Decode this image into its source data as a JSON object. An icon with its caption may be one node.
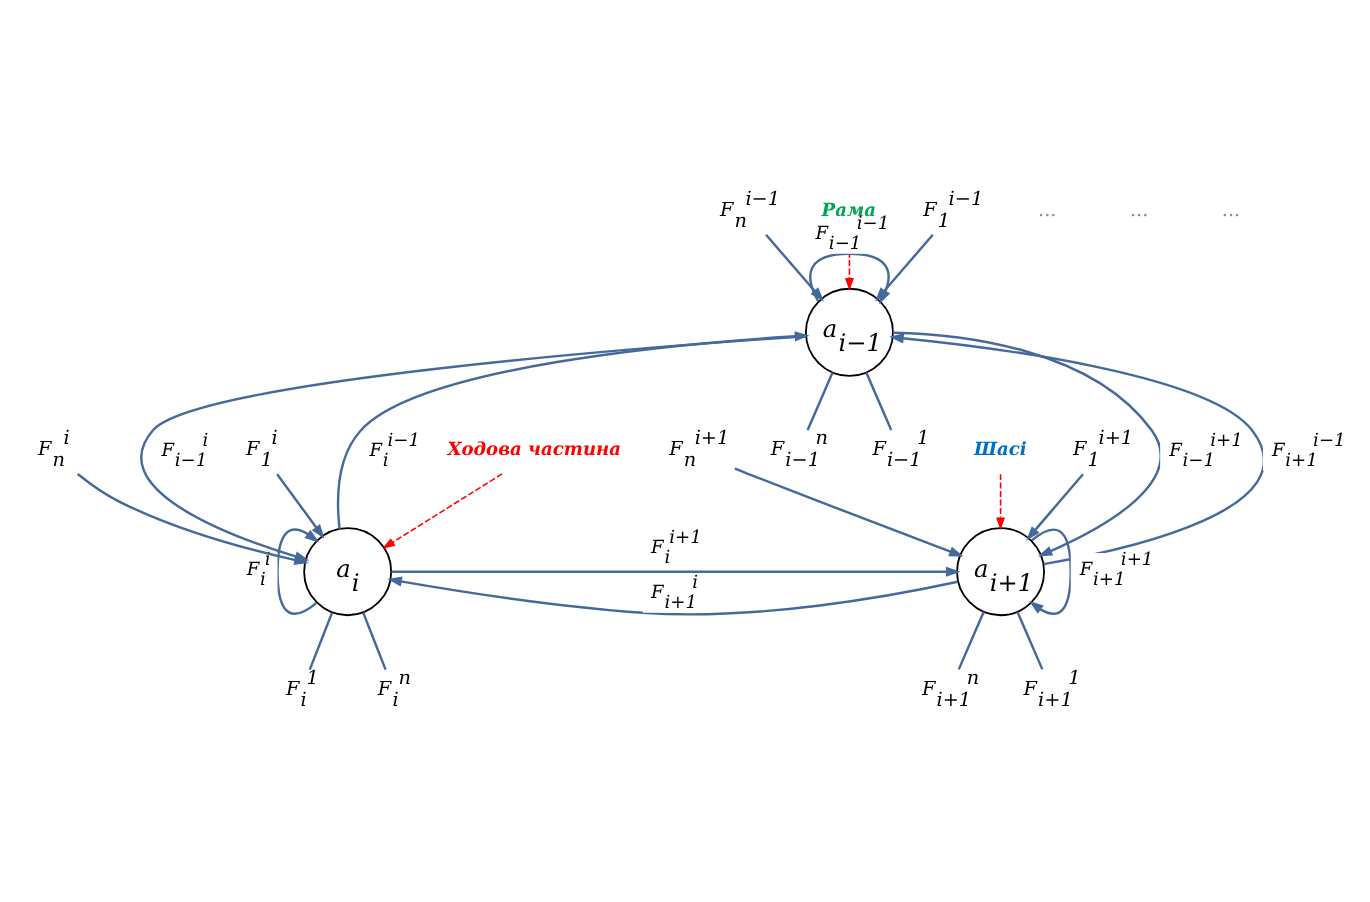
{
  "diagram": {
    "nodes": [
      {
        "text": [
          "F$_{i−1}$$^{n}$"
        ]
      },
      {
        "text": [
          "F$_{n}$$^{i−1}$"
        ]
      },
      {
        "text": [
          "Рама"
        ]
      },
      {
        "text": [
          "F$_{i−1}$$^{1}$"
        ]
      },
      {
        "text": [
          "a$_{i−1}$"
        ]
      },
      {
        "text": [
          "F$_{1}$$^{i−1}$"
        ]
      },
      {
        "text": [
          "F$_{1}$$^{i}$"
        ]
      },
      {
        "text": [
          "F$_{i}$$^{1}$"
        ]
      },
      {
        "text": [
          "Ходова частина"
        ]
      },
      {
        "text": [
          "a$_{i}$"
        ]
      },
      {
        "text": [
          "a$_{i+1}$"
        ]
      },
      {
        "text": [
          "F$_{i+1}$$^{n}$"
        ]
      },
      {
        "text": [
          "F$_{n}$$^{i+1}$"
        ]
      },
      {
        "text": [
          "F$_{n}$$^{i}$"
        ]
      },
      {
        "text": [
          "F$_{i}$$^{n}$"
        ]
      },
      {
        "text": [
          "Шасі"
        ]
      },
      {
        "text": [
          "F$_{1}$$^{i+1}$"
        ]
      },
      {
        "text": [
          "F$_{i+1}$$^{1}$"
        ]
      }
    ],
    "edges": [
      {
        "from": 4,
        "to": 0,
        "arrow": "none"
      },
      {
        "from": 1,
        "to": 4,
        "arrow": "to"
      },
      {
        "from": 2,
        "to": 4,
        "arrow": "to",
        "style": "dashed",
        "color": "#ff0000"
      },
      {
        "from": 4,
        "to": 3,
        "arrow": "none"
      },
      {
        "from": 5,
        "to": 4,
        "arrow": "to"
      },
      {
        "from": 4,
        "to": 4,
        "arrow": "to",
        "label": "F$_{i−1}$$^{i−1}$"
      },
      {
        "from": 6,
        "to": 9,
        "arrow": "to"
      },
      {
        "from": 9,
        "to": 7,
        "arrow": "none"
      },
      {
        "from": 8,
        "to": 9,
        "arrow": "to",
        "style": "dashed",
        "color": "#ff0000"
      },
      {
        "from": 9,
        "to": 4,
        "arrow": "to",
        "label": "F$_{i}$$^{i−1}$"
      },
      {
        "from": 4,
        "to": 9,
        "arrow": "to",
        "label": "F$_{i−1}$$^{i}$"
      },
      {
        "from": 4,
        "to": 10,
        "arrow": "to",
        "label": "F$_{i−1}$$^{i+1}$"
      },
      {
        "from": 10,
        "to": 4,
        "arrow": "to",
        "label": "F$_{i+1}$$^{i−1}$"
      },
      {
        "from": 9,
        "to": 10,
        "arrow": "to",
        "label": "F$_{i}$$^{i+1}$"
      },
      {
        "from": 10,
        "to": 9,
        "arrow": "to",
        "label": "F$_{i+1}$$^{i}$"
      },
      {
        "from": 10,
        "to": 10,
        "arrow": "to",
        "label": "F$_{i+1}$$^{i+1}$"
      },
      {
        "from": 10,
        "to": 11,
        "arrow": "none"
      },
      {
        "from": 12,
        "to": 10,
        "arrow": "to"
      },
      {
        "from": 13,
        "to": 9,
        "arrow": "to"
      },
      {
        "from": 9,
        "to": 14,
        "arrow": "none"
      },
      {
        "from": 9,
        "to": 9,
        "arrow": "to",
        "label": "F$_{i}$$^{i}$"
      },
      {
        "from": 15,
        "to": 10,
        "arrow": "to",
        "style": "dashed",
        "color": "#ff0000"
      },
      {
        "from": 16,
        "to": 10,
        "arrow": "to"
      },
      {
        "from": 10,
        "to": 17,
        "arrow": "none"
      }
    ],
    "labels": [
      "...",
      "...",
      "..."
    ]
  }
}
